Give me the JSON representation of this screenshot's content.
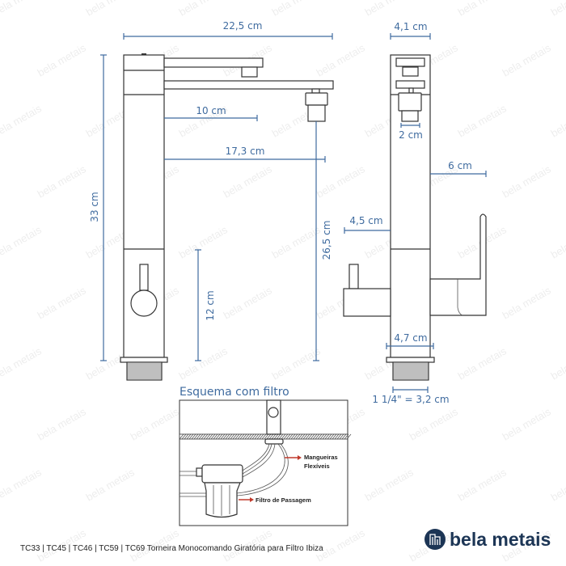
{
  "watermark": "bela metais",
  "colors": {
    "dimension": "#3f6b9f",
    "logo": "#1c3555",
    "arrow": "#c0392b"
  },
  "front_view": {
    "width_total": "22,5 cm",
    "height_total": "33 cm",
    "reach_upper": "10 cm",
    "reach_lower": "17,3 cm",
    "spout_height": "26,5 cm",
    "handle_height": "12 cm"
  },
  "side_view": {
    "top_width": "4,1 cm",
    "aerator_width": "2 cm",
    "lever_depth": "6 cm",
    "handle_depth": "4,5 cm",
    "base_width": "4,7 cm",
    "thread": "1 1/4\" = 3,2 cm"
  },
  "schema": {
    "title": "Esquema com filtro",
    "hoses_label_1": "Mangueiras",
    "hoses_label_2": "Flexíveis",
    "filter_label": "Filtro de Passagem"
  },
  "footer": {
    "product": "TC33 | TC45 | TC46 | TC59 | TC69  Torneira Monocomando Giratória para Filtro Ibiza",
    "brand": "bela metais"
  }
}
